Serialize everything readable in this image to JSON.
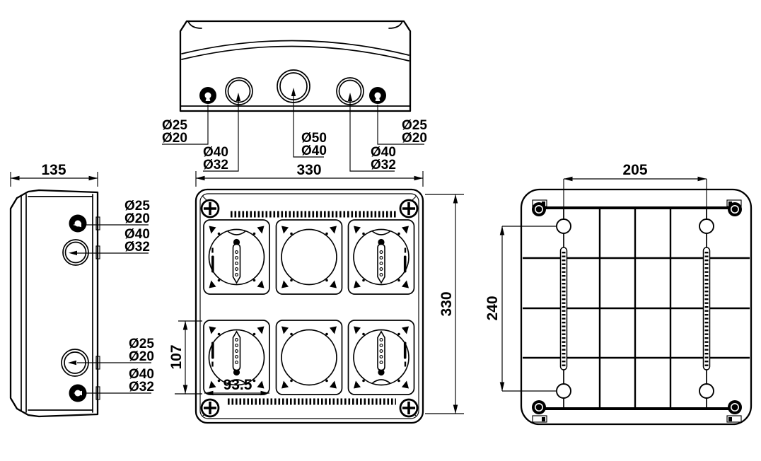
{
  "meta": {
    "type": "technical-drawing",
    "subject": "Surface-mount socket enclosure box - multi-view dimensioned drawing",
    "units": "mm",
    "line_color": "#000000",
    "background_color": "#ffffff"
  },
  "views": {
    "top": {
      "name": "Top view - cable entry knockouts",
      "knockouts": [
        {
          "id": "left-small",
          "labels": [
            "Ø25",
            "Ø20"
          ]
        },
        {
          "id": "left-mid",
          "labels": [
            "Ø40",
            "Ø32"
          ]
        },
        {
          "id": "center-large",
          "labels": [
            "Ø50",
            "Ø40"
          ]
        },
        {
          "id": "right-mid",
          "labels": [
            "Ø40",
            "Ø32"
          ]
        },
        {
          "id": "right-small",
          "labels": [
            "Ø25",
            "Ø20"
          ]
        }
      ]
    },
    "side": {
      "name": "Side view",
      "depth_dim": "135",
      "upper_knockouts": [
        {
          "labels": [
            "Ø25",
            "Ø20"
          ]
        },
        {
          "labels": [
            "Ø40",
            "Ø32"
          ]
        }
      ],
      "lower_knockouts": [
        {
          "labels": [
            "Ø25",
            "Ø20"
          ]
        },
        {
          "labels": [
            "Ø40",
            "Ø32"
          ]
        }
      ]
    },
    "front": {
      "name": "Front view - 6 socket plates",
      "width_dim": "330",
      "height_dim": "330",
      "row_pitch_dim": "107",
      "socket_width_dim": "93.5"
    },
    "back": {
      "name": "Back view - mounting pattern",
      "mounting_width_dim": "205",
      "mounting_height_dim": "240"
    }
  }
}
